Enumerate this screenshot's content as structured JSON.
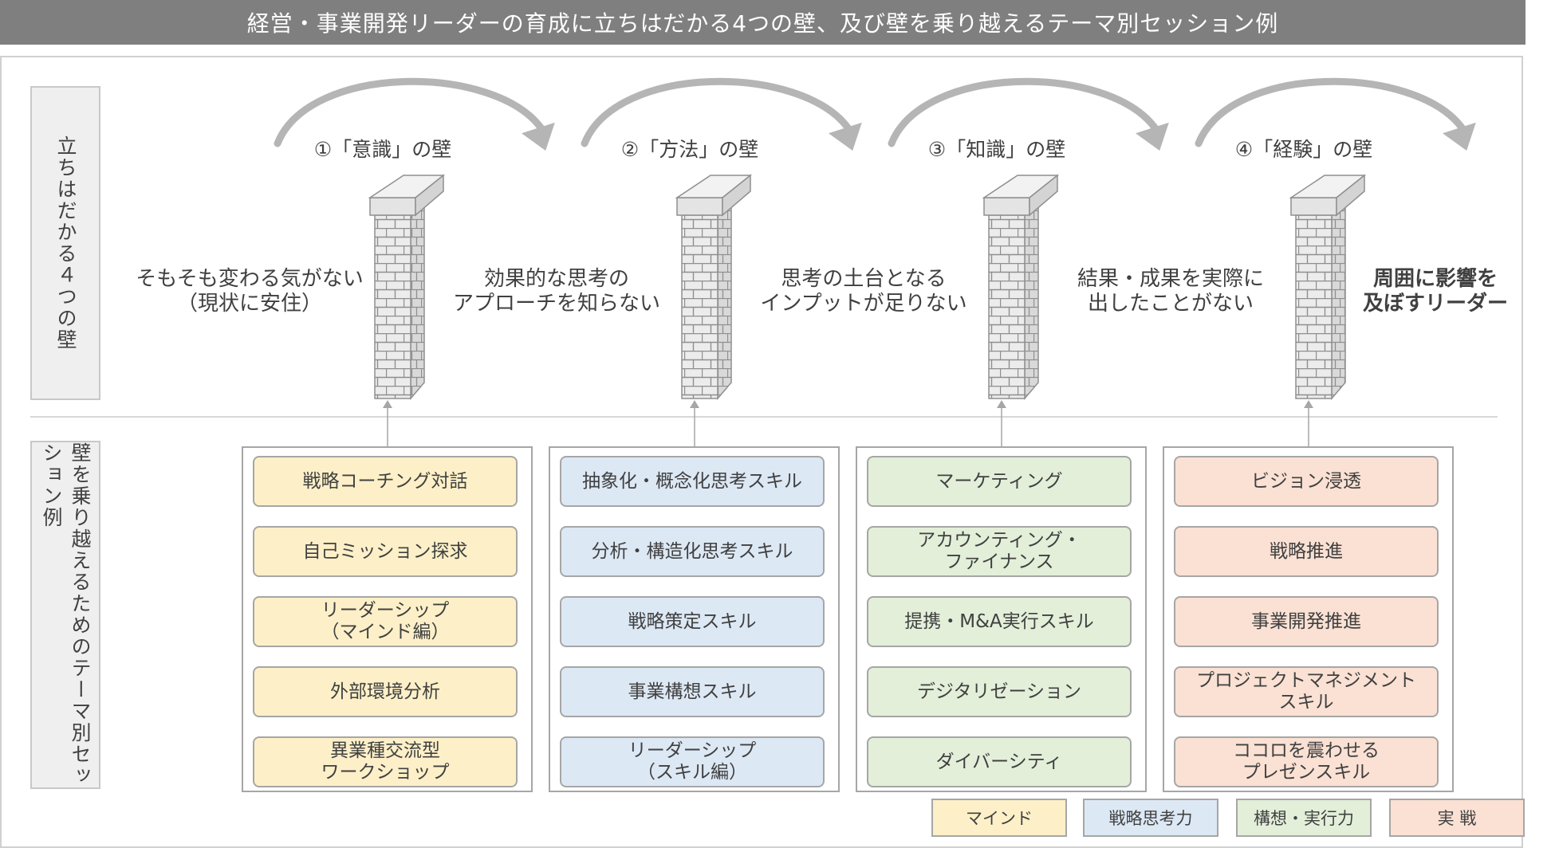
{
  "title": "経営・事業開発リーダーの育成に立ちはだかる4つの壁、及び壁を乗り越えるテーマ別セッション例",
  "row_labels": {
    "walls": "立ちはだかる４つの壁",
    "sessions": "壁を乗り越えるためのテーマ別セッション例"
  },
  "walls": [
    {
      "title": "①「意識」の壁"
    },
    {
      "title": "②「方法」の壁"
    },
    {
      "title": "③「知識」の壁"
    },
    {
      "title": "④「経験」の壁"
    }
  ],
  "barriers": [
    "そもそも変わる気がない\n（現状に安住）",
    "効果的な思考の\nアプローチを知らない",
    "思考の土台となる\nインプットが足りない",
    "結果・成果を実際に\n出したことがない"
  ],
  "goal": "周囲に影響を\n及ぼすリーダー",
  "colors": {
    "mind": "#fdf0c8",
    "strategic": "#dde8f5",
    "execution": "#e3efd9",
    "practice": "#fae1d4",
    "header": "#7f7f7f"
  },
  "groups": [
    {
      "category": "mind",
      "sessions": [
        "戦略コーチング対話",
        "自己ミッション探求",
        "リーダーシップ\n（マインド編）",
        "外部環境分析",
        "異業種交流型\nワークショップ"
      ]
    },
    {
      "category": "strategic",
      "sessions": [
        "抽象化・概念化思考スキル",
        "分析・構造化思考スキル",
        "戦略策定スキル",
        "事業構想スキル",
        "リーダーシップ\n（スキル編）"
      ]
    },
    {
      "category": "execution",
      "sessions": [
        "マーケティング",
        "アカウンティング・\nファイナンス",
        "提携・M&A実行スキル",
        "デジタリゼーション",
        "ダイバーシティ"
      ]
    },
    {
      "category": "practice",
      "sessions": [
        "ビジョン浸透",
        "戦略推進",
        "事業開発推進",
        "プロジェクトマネジメント\nスキル",
        "ココロを震わせる\nプレゼンスキル"
      ]
    }
  ],
  "legend": [
    {
      "category": "mind",
      "label": "マインド"
    },
    {
      "category": "strategic",
      "label": "戦略思考力"
    },
    {
      "category": "execution",
      "label": "構想・実行力"
    },
    {
      "category": "practice",
      "label": "実 戦"
    }
  ]
}
